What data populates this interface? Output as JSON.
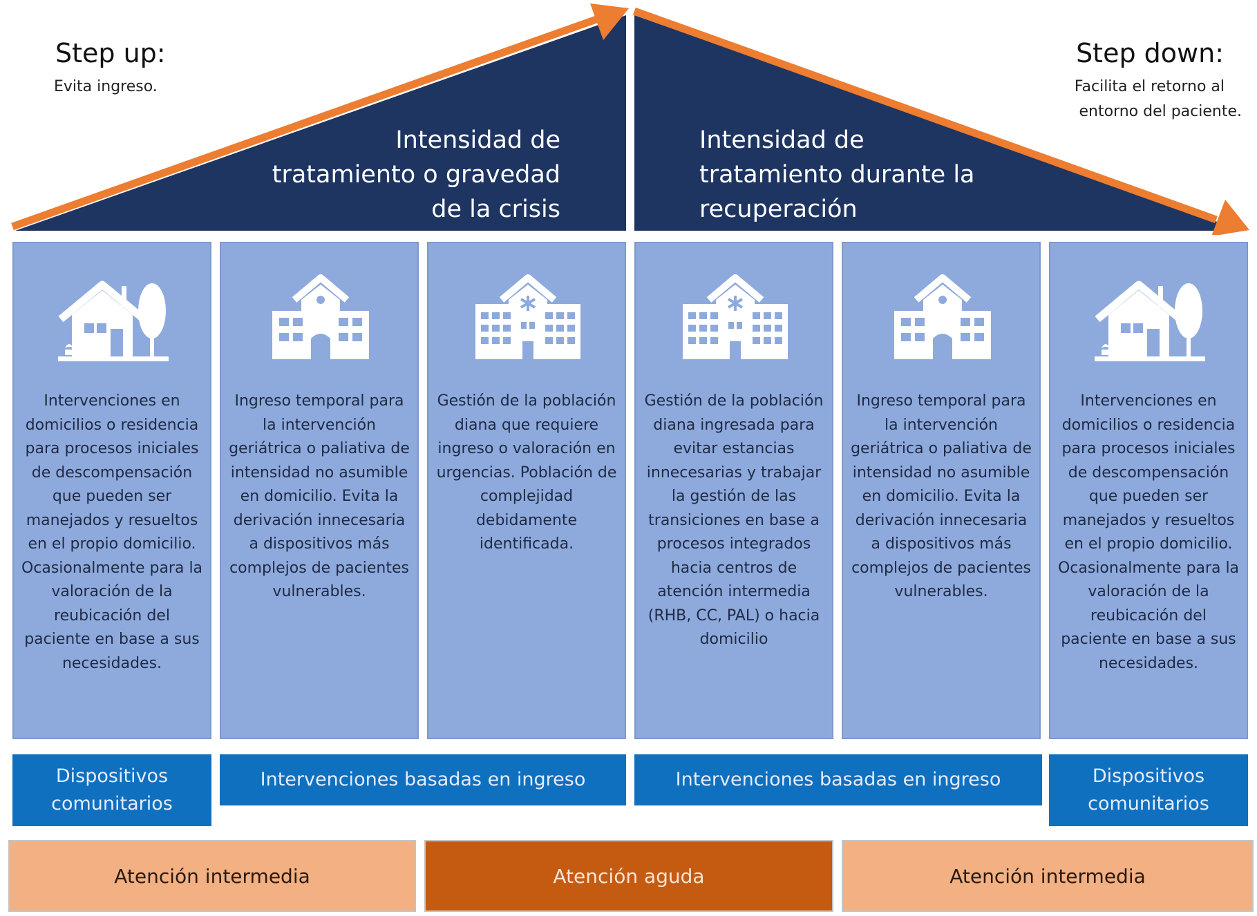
{
  "step_up": {
    "title": "Step up:",
    "subtitle": "Evita ingreso."
  },
  "step_down": {
    "title": "Step down:",
    "subtitle_lines": [
      "Facilita el retorno al",
      "entorno del paciente."
    ]
  },
  "roof_left_lines": [
    "Intensidad de",
    "tratamiento o gravedad",
    "de la crisis"
  ],
  "roof_right_lines": [
    "Intensidad de",
    "tratamiento durante la",
    "recuperación"
  ],
  "columns": [
    {
      "icon": "house-tree-icon",
      "text": "Intervenciones en domicilios o residencia para procesos iniciales de descompensación que pueden ser manejados y resueltos en el propio domicilio. Ocasionalmente para la valoración de la reubicación del paciente en base a sus necesidades."
    },
    {
      "icon": "school-building-icon",
      "text": "Ingreso temporal para la intervención geriátrica o paliativa de intensidad no asumible en domicilio. Evita la derivación innecesaria a dispositivos más complejos de pacientes vulnerables."
    },
    {
      "icon": "hospital-icon",
      "text": "Gestión de la población diana que requiere ingreso o valoración en urgencias. Población de complejidad debidamente identificada."
    },
    {
      "icon": "hospital-icon",
      "text": "Gestión de la población diana ingresada para evitar estancias innecesarias y trabajar la gestión de las transiciones en base a procesos integrados hacia centros de atención intermedia (RHB, CC, PAL) o hacia domicilio"
    },
    {
      "icon": "school-building-icon",
      "text": "Ingreso temporal para la intervención geriátrica o paliativa de intensidad no asumible en domicilio. Evita la derivación innecesaria a dispositivos más complejos de pacientes vulnerables."
    },
    {
      "icon": "house-tree-icon",
      "text": "Intervenciones en domicilios o residencia para procesos iniciales de descompensación que pueden ser manejados y resueltos en el propio domicilio. Ocasionalmente para la valoración de la reubicación del paciente en base a sus necesidades."
    }
  ],
  "categories": [
    {
      "label_lines": [
        "Dispositivos",
        "comunitarios"
      ]
    },
    {
      "label_lines": [
        "Intervenciones basadas en ingreso"
      ]
    },
    {
      "label_lines": [
        "Intervenciones basadas en ingreso"
      ]
    },
    {
      "label_lines": [
        "Dispositivos",
        "comunitarios"
      ]
    }
  ],
  "levels": [
    {
      "label": "Atención intermedia"
    },
    {
      "label": "Atención aguda"
    },
    {
      "label": "Atención intermedia"
    }
  ],
  "colors": {
    "navy": "#1e3461",
    "orange_arrow": "#ec7d31",
    "column_blue": "#8eaadc",
    "category_blue": "#0f70c0",
    "level_light": "#f3b183",
    "level_dark": "#c55a11"
  }
}
